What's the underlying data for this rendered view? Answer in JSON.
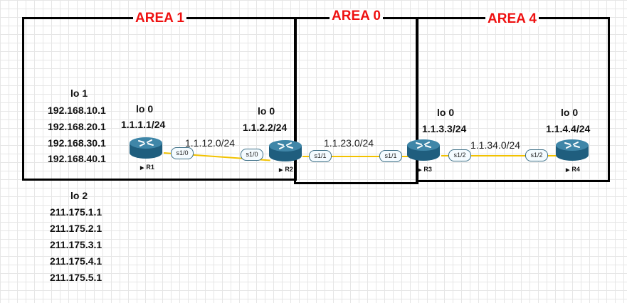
{
  "areas": {
    "area1": "AREA 1",
    "area0": "AREA 0",
    "area4": "AREA 4"
  },
  "r1": {
    "name": "R1",
    "lo0_title": "lo 0",
    "lo0_ip": "1.1.1.1/24",
    "lo1_title": "lo 1",
    "lo1_ips": [
      "192.168.10.1",
      "192.168.20.1",
      "192.168.30.1",
      "192.168.40.1"
    ],
    "lo2_title": "lo 2",
    "lo2_ips": [
      "211.175.1.1",
      "211.175.2.1",
      "211.175.3.1",
      "211.175.4.1",
      "211.175.5.1"
    ],
    "iface_s1_0": "s1/0"
  },
  "r2": {
    "name": "R2",
    "lo0_title": "lo 0",
    "lo0_ip": "1.1.2.2/24",
    "iface_s1_0": "s1/0",
    "iface_s1_1": "s1/1"
  },
  "r3": {
    "name": "R3",
    "lo0_title": "lo 0",
    "lo0_ip": "1.1.3.3/24",
    "iface_s1_1": "s1/1",
    "iface_s1_2": "s1/2"
  },
  "r4": {
    "name": "R4",
    "lo0_title": "lo 0",
    "lo0_ip": "1.1.4.4/24",
    "iface_s1_2": "s1/2"
  },
  "links": {
    "r1_r2": "1.1.12.0/24",
    "r2_r3": "1.1.23.0/24",
    "r3_r4": "1.1.34.0/24"
  },
  "colors": {
    "area_title": "#ee1111",
    "link": "#f2c200",
    "router_body": "#2e6f8e",
    "iface_border": "#3d6f86"
  }
}
